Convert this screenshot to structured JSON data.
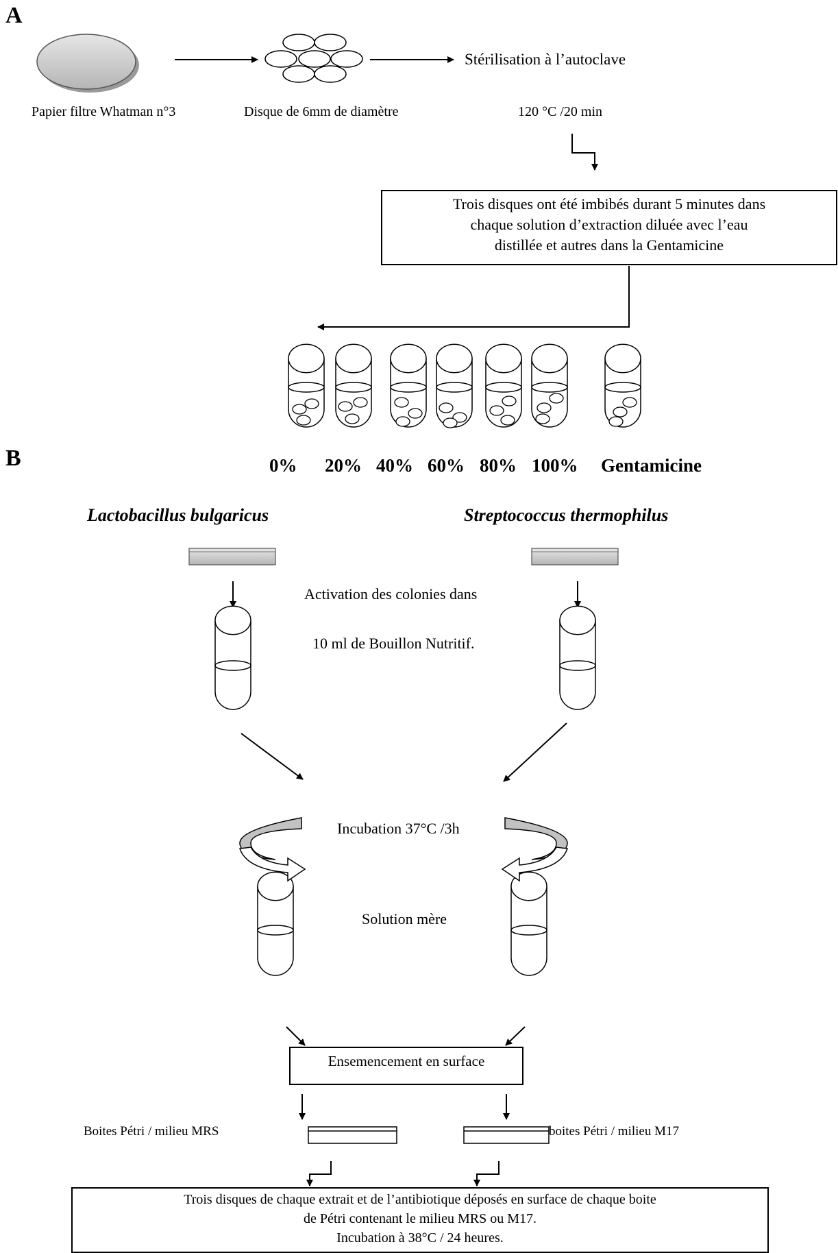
{
  "section_a": {
    "label": "A",
    "filter_paper": "Papier filtre Whatman n°3",
    "disc": "Disque de  6mm de  diamètre",
    "sterilisation": "Stérilisation à l’autoclave",
    "sterilisation_params": "120 °C /20 min",
    "soak_box": {
      "line1": "Trois disques ont été  imbibés durant  5 minutes dans",
      "line2": "chaque solution d’extraction diluée avec l’eau",
      "line3": "distillée et autres dans la Gentamicine"
    },
    "concentrations": [
      "0%",
      "20%",
      "40%",
      "60%",
      "80%",
      "100%",
      "Gentamicine"
    ]
  },
  "section_b": {
    "label": "B",
    "strain_left": "Lactobacillus bulgaricus",
    "strain_right": "Streptococcus thermophilus",
    "activation_line1": "Activation des colonies dans",
    "activation_line2": "10 ml de Bouillon Nutritif.",
    "incubation": "Incubation 37°C /3h",
    "stock_solution": "Solution mère",
    "seeding_box": "Ensemencement en surface",
    "petri_left": "Boites Pétri  / milieu MRS",
    "petri_right": "boites Pétri / milieu M17",
    "final_box": {
      "line1": "Trois disques de chaque extrait et de l’antibiotique déposés en surface de chaque boite",
      "line2": "de Pétri contenant le milieu MRS ou M17.",
      "line3": "Incubation à 38°C / 24 heures."
    }
  },
  "colors": {
    "ink": "#000000",
    "fill_grey": "#c9c9c9",
    "paper": "#ffffff"
  }
}
